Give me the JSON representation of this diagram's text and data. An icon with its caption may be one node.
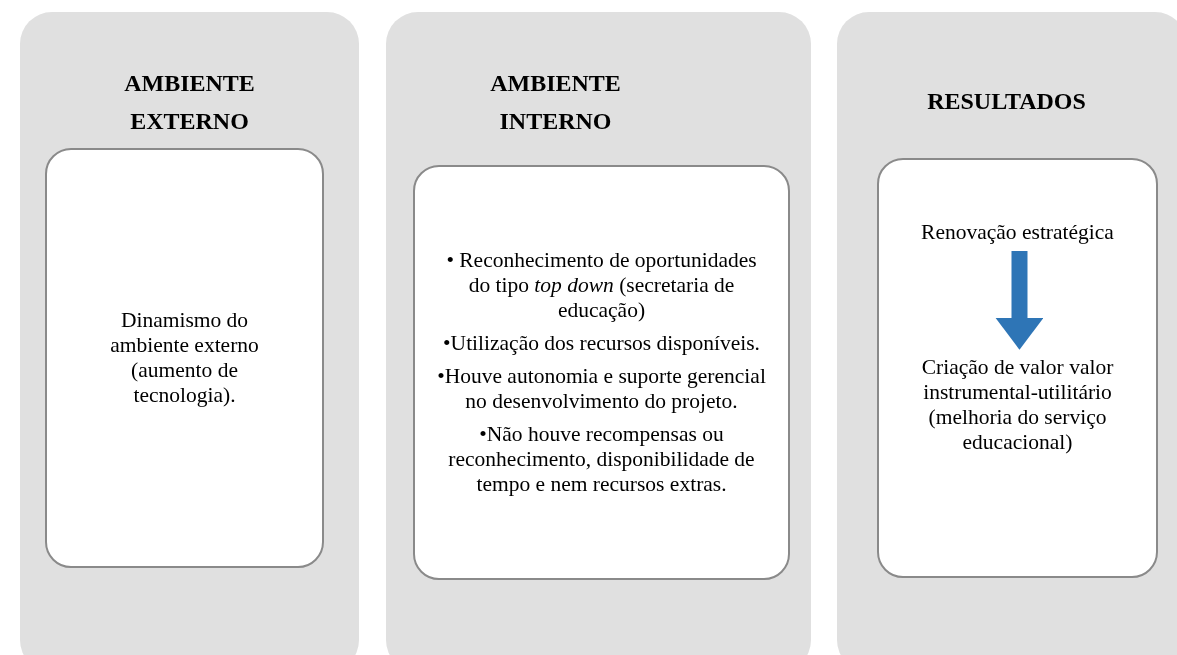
{
  "diagram": {
    "nodes": [
      {
        "text": [
          "AMBIENTE EXTERNO"
        ]
      },
      {
        "text": [
          "Dinamismo do ambiente externo (aumento de tecnologia)."
        ],
        "in": 0
      },
      {
        "text": [
          "AMBIENTE INTERNO"
        ]
      },
      {
        "text": [
          "• Reconhecimento de oportunidades do tipo *top down* (secretaria de educação)",
          "•Utilização dos recursos disponíveis.",
          "•Houve autonomia e suporte gerencial no desenvolvimento do projeto.",
          "•Não houve recompensas ou reconhecimento, disponibilidade de tempo e nem recursos extras."
        ],
        "in": 2
      },
      {
        "text": [
          "RESULTADOS"
        ]
      },
      {
        "text": [],
        "shape": "box",
        "in": 4
      },
      {
        "text": [
          "Renovação estratégica"
        ],
        "in": 5
      },
      {
        "text": [
          "Criação de valor valor instrumental-utilitário (melhoria do serviço educacional)"
        ],
        "in": 5
      }
    ],
    "edges": [
      {
        "from": 6,
        "to": 7,
        "arrow": "to",
        "color": "#2e75b6"
      }
    ]
  }
}
